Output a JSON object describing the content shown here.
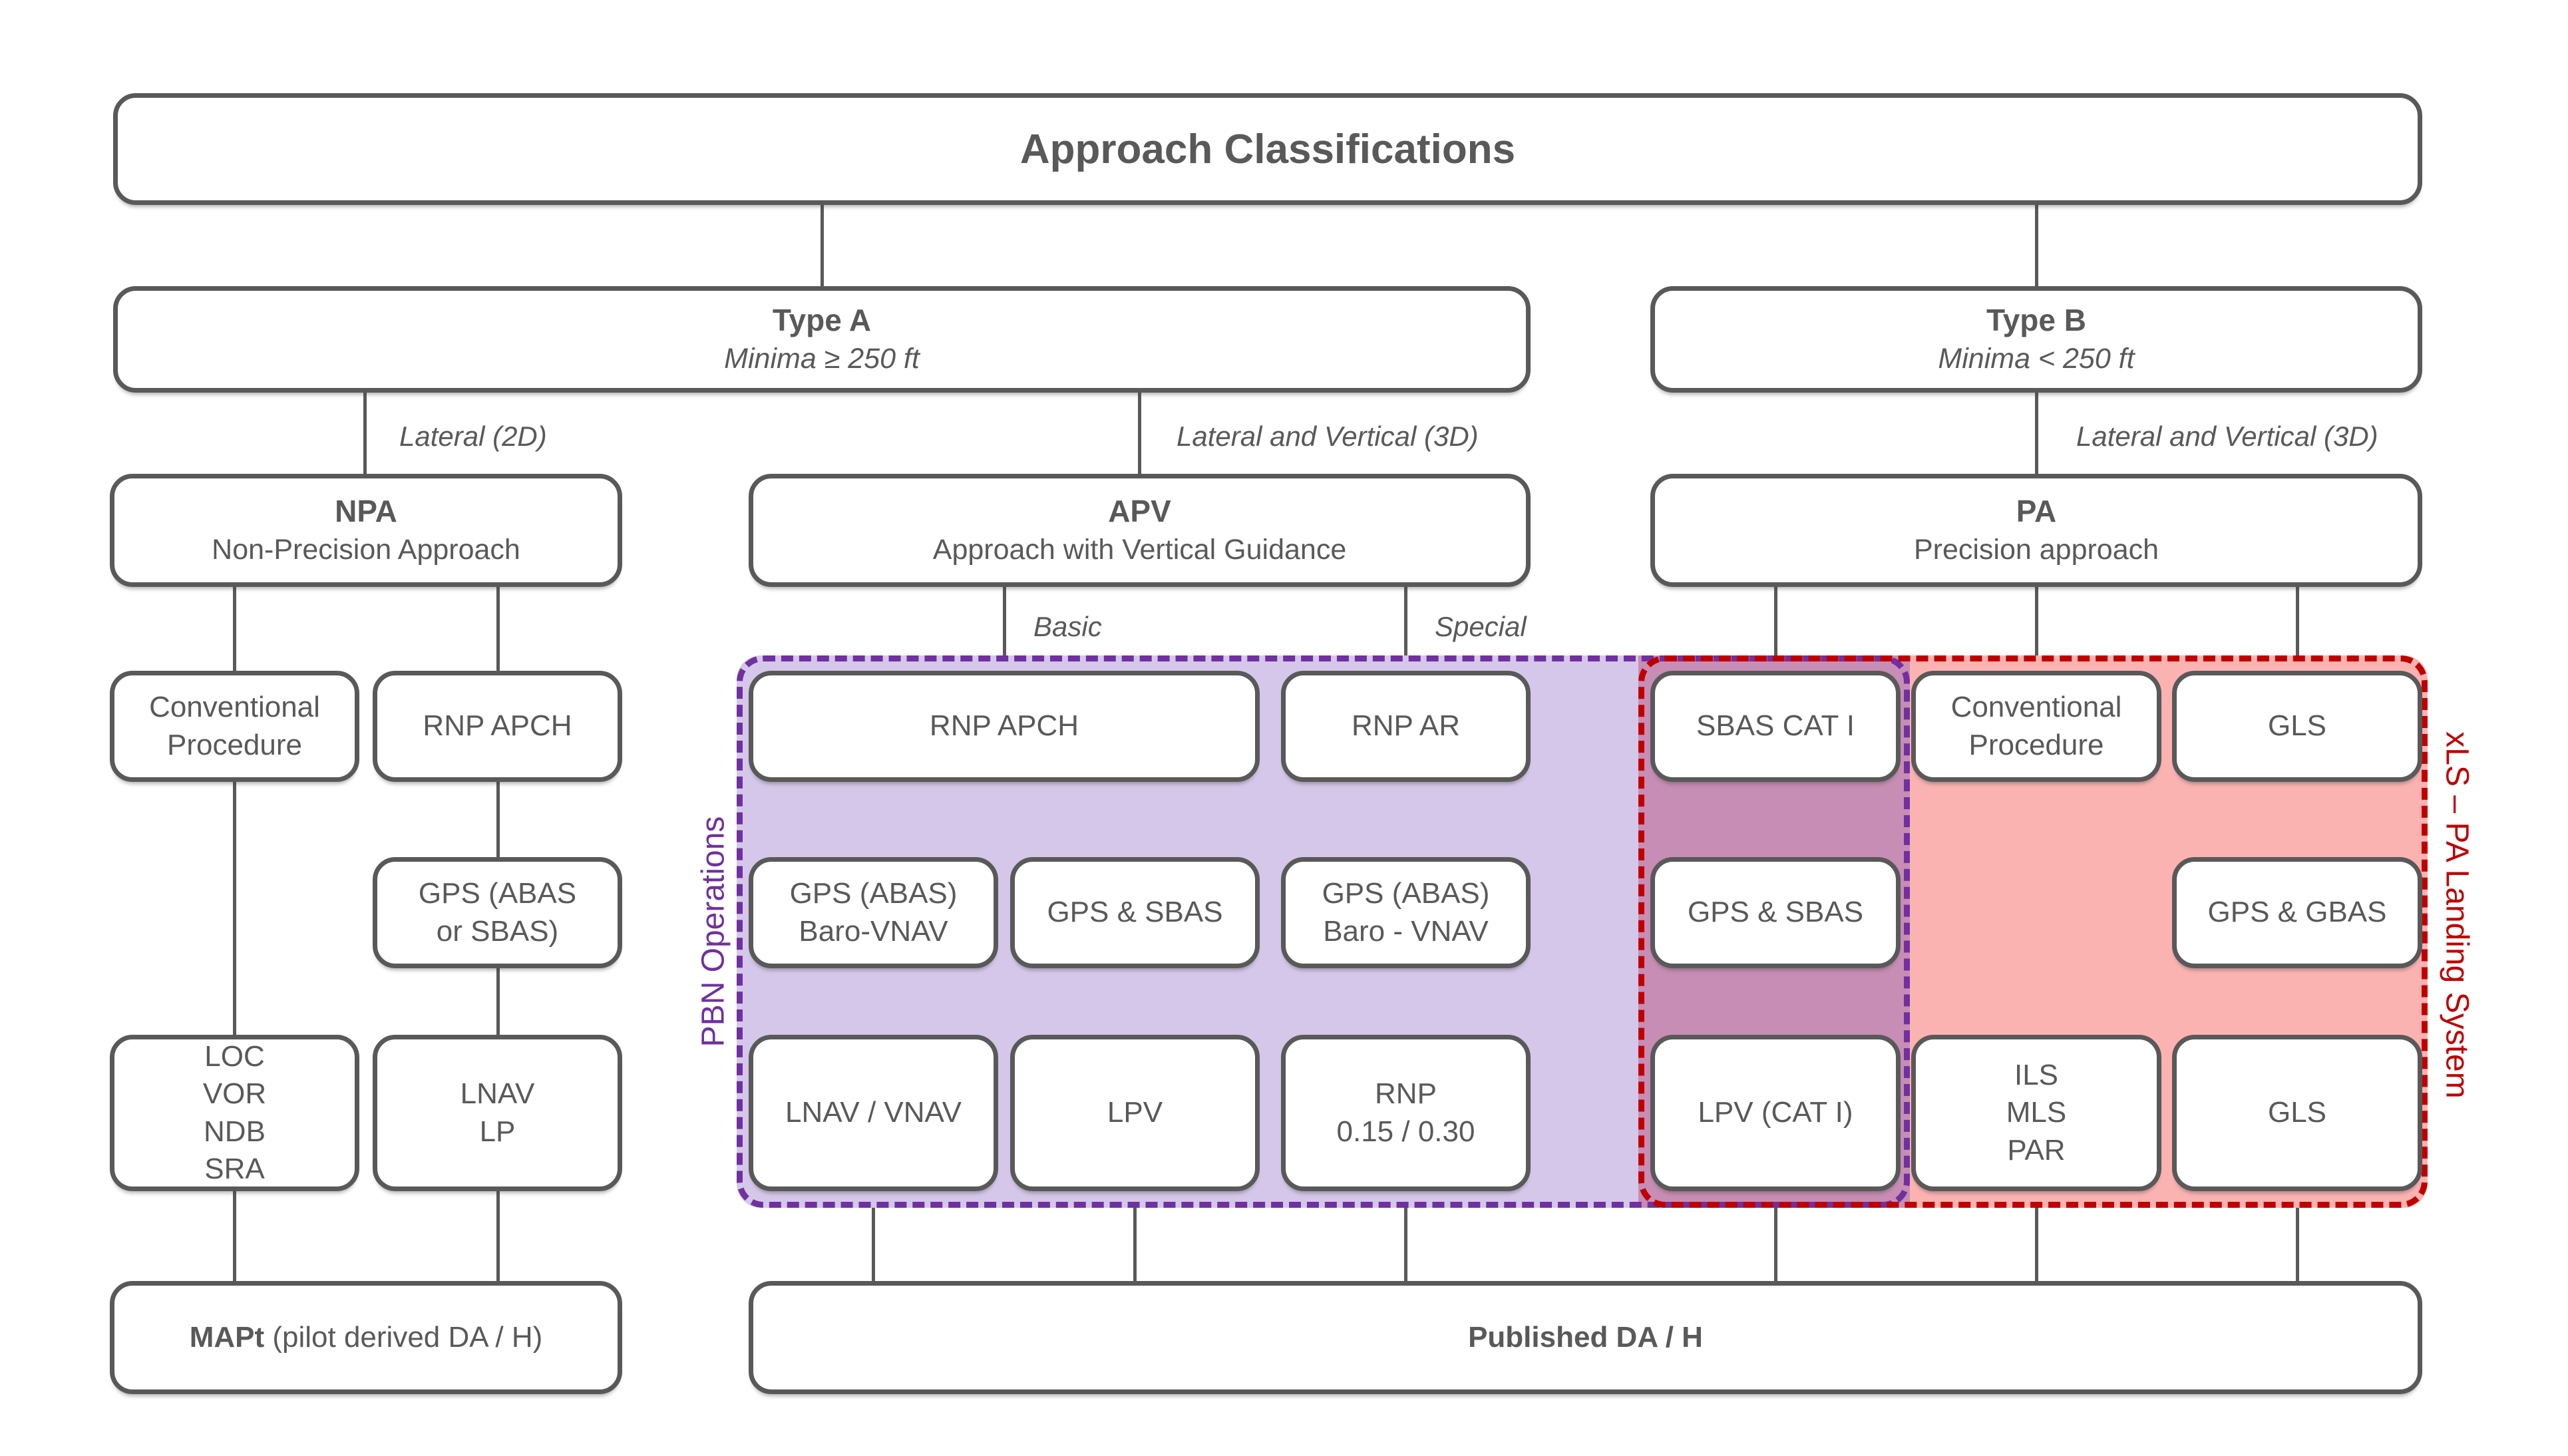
{
  "title": "Approach Classifications",
  "nodes": {
    "type_a": {
      "title": "Type A",
      "subtitle": "Minima ≥ 250 ft"
    },
    "type_b": {
      "title": "Type B",
      "subtitle": "Minima < 250 ft"
    },
    "npa": {
      "title": "NPA",
      "subtitle": "Non-Precision Approach"
    },
    "apv": {
      "title": "APV",
      "subtitle": "Approach with Vertical Guidance"
    },
    "pa": {
      "title": "PA",
      "subtitle": "Precision approach"
    },
    "conventional_procedure_npa": {
      "label": "Conventional Procedure"
    },
    "rnp_apch_npa": {
      "label": "RNP APCH"
    },
    "gps_abas_or_sbas": {
      "label": "GPS (ABAS\nor SBAS)"
    },
    "loc_vor_ndb_sra": {
      "label": "LOC\nVOR\nNDB\nSRA"
    },
    "lnav_lp": {
      "label": "LNAV\nLP"
    },
    "mapt": {
      "label_bold": "MAPt",
      "label_rest": " (pilot derived DA / H)"
    },
    "rnp_apch_apv": {
      "label": "RNP APCH"
    },
    "rnp_ar": {
      "label": "RNP AR"
    },
    "gps_abas_baro_vnav_basic": {
      "label": "GPS (ABAS)\nBaro-VNAV"
    },
    "gps_and_sbas_apv": {
      "label": "GPS & SBAS"
    },
    "gps_abas_baro_vnav_special": {
      "label": "GPS (ABAS)\nBaro - VNAV"
    },
    "lnav_vnav": {
      "label": "LNAV / VNAV"
    },
    "lpv": {
      "label": "LPV"
    },
    "rnp_015_030": {
      "label": "RNP\n0.15 / 0.30"
    },
    "sbas_cat_i": {
      "label": "SBAS CAT I"
    },
    "conventional_procedure_pa": {
      "label": "Conventional Procedure"
    },
    "gls_pa": {
      "label": "GLS"
    },
    "gps_and_sbas_pa": {
      "label": "GPS & SBAS"
    },
    "gps_and_gbas": {
      "label": "GPS & GBAS"
    },
    "lpv_cat_i": {
      "label": "LPV (CAT I)"
    },
    "ils_mls_par": {
      "label": "ILS\nMLS\nPAR"
    },
    "gls_bottom": {
      "label": "GLS"
    },
    "published": {
      "label": "Published DA / H"
    }
  },
  "edge_labels": {
    "lateral_2d": "Lateral (2D)",
    "lateral_vertical_3d_a": "Lateral and Vertical (3D)",
    "lateral_vertical_3d_b": "Lateral and Vertical (3D)",
    "basic": "Basic",
    "special": "Special"
  },
  "regions": {
    "pbn_label": "PBN Operations",
    "xls_label": "xLS – PA Landing System",
    "purple": "#7030A0",
    "red": "#C00000",
    "purple_fill": "#D5C7E9",
    "overlap_fill": "#C78DB4",
    "red_fill": "#FBB3B2",
    "line_color": "#595959"
  }
}
